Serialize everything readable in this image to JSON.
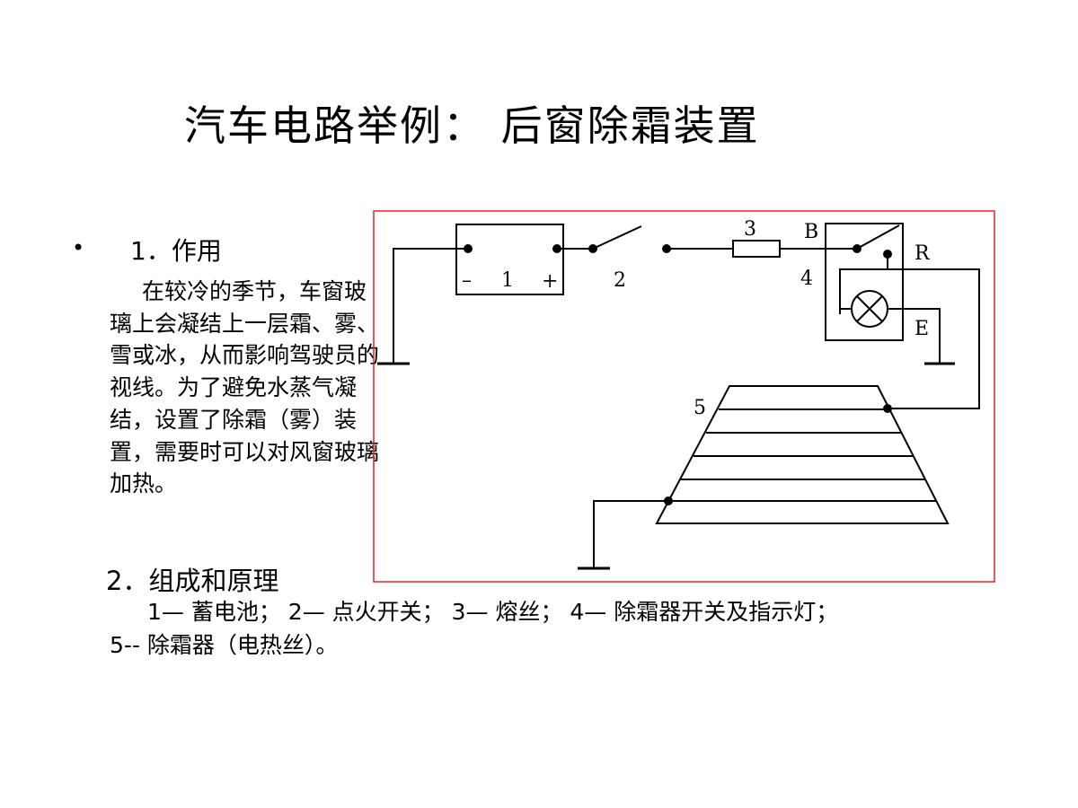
{
  "title": "汽车电路举例： 后窗除霜装置",
  "bullet": "•",
  "section1": {
    "heading": "1．作用",
    "text": "在较冷的季节，车窗玻璃上会凝结上一层霜、雾、雪或冰，从而影响驾驶员的视线。为了避免水蒸气凝结，设置了除霜（雾）装置，需要时可以对风窗玻璃加热。"
  },
  "section2": {
    "heading": "2．组成和原理",
    "legend": "1— 蓄电池； 2— 点火开关； 3— 熔丝； 4— 除霜器开关及指示灯； 5-- 除霜器（电热丝）。"
  },
  "diagram": {
    "border_color": "#e8202a",
    "labels": {
      "battery_minus": "–",
      "battery_number": "1",
      "battery_plus": "+",
      "switch_number": "2",
      "fuse_number": "3",
      "terminal_b": "B",
      "terminal_r": "R",
      "relay_number": "4",
      "terminal_e": "E",
      "heater_number": "5"
    }
  }
}
